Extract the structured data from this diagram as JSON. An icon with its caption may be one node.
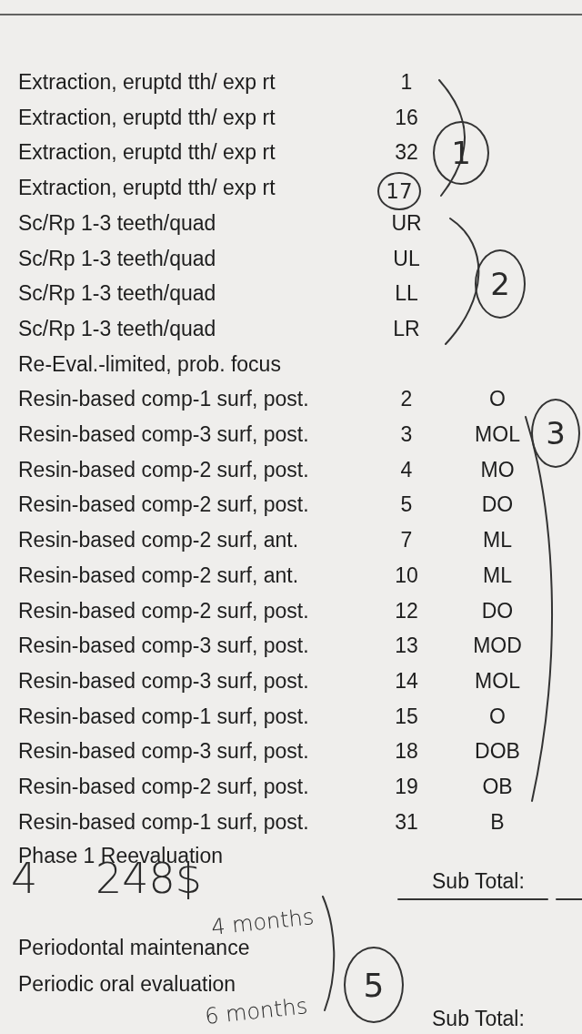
{
  "diagram": {
    "nodes": [
      {
        "text": [
          "1"
        ]
      },
      {
        "text": [
          "17"
        ]
      },
      {
        "text": [
          "2"
        ]
      },
      {
        "text": [
          "3"
        ]
      },
      {
        "text": [
          "5"
        ]
      }
    ],
    "labels": [
      "Extraction, eruptd tth/ exp rt",
      "1",
      "Extraction, eruptd tth/ exp rt",
      "16",
      "Extraction, eruptd tth/ exp rt",
      "32",
      "Extraction, eruptd tth/ exp rt",
      "Sc/Rp 1-3 teeth/quad",
      "UR",
      "Sc/Rp 1-3 teeth/quad",
      "UL",
      "Sc/Rp 1-3 teeth/quad",
      "LL",
      "Sc/Rp 1-3 teeth/quad",
      "LR",
      "Re-Eval.-limited, prob. focus",
      "Resin-based comp-1 surf, post.",
      "2",
      "O",
      "Resin-based comp-3 surf, post.",
      "3",
      "MOL",
      "Resin-based comp-2 surf, post.",
      "4",
      "MO",
      "Resin-based comp-2 surf, post.",
      "5",
      "DO",
      "Resin-based comp-2 surf, ant.",
      "7",
      "ML",
      "Resin-based comp-2 surf, ant.",
      "10",
      "ML",
      "Resin-based comp-2 surf, post.",
      "12",
      "DO",
      "Resin-based comp-3 surf, post.",
      "13",
      "MOD",
      "Resin-based comp-3 surf, post.",
      "14",
      "MOL",
      "Resin-based comp-1 surf, post.",
      "15",
      "O",
      "Resin-based comp-3 surf, post.",
      "18",
      "DOB",
      "Resin-based comp-2 surf, post.",
      "19",
      "OB",
      "Resin-based comp-1 surf, post.",
      "31",
      "B",
      "Phase 1 Reevaluation",
      "4",
      "248$",
      "Sub Total:",
      "4 months",
      "Periodontal maintenance",
      "Periodic oral evaluation",
      "6 months",
      "Sub Total:"
    ]
  }
}
